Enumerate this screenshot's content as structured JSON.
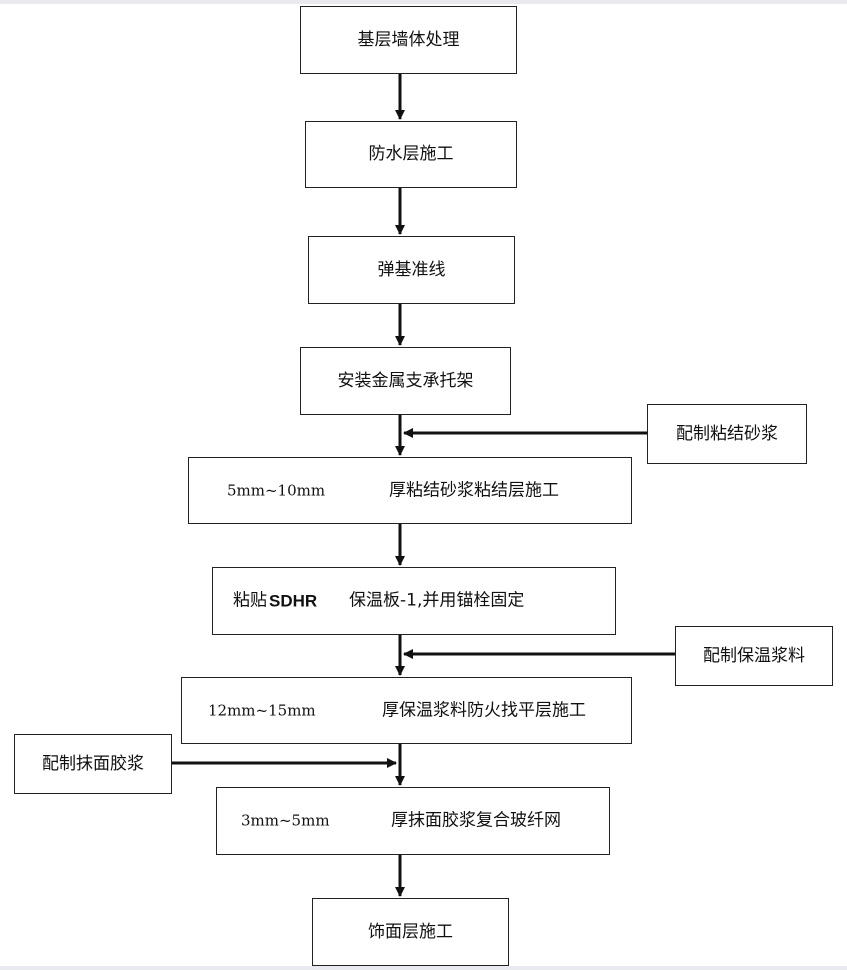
{
  "steps": [
    {
      "id": "step-1",
      "label": "基层墙体处理"
    },
    {
      "id": "step-2",
      "label": "防水层施工"
    },
    {
      "id": "step-3",
      "label": "弹基准线"
    },
    {
      "id": "step-4",
      "label": "安装金属支承托架"
    },
    {
      "id": "step-5",
      "prefix": "5mm~10mm",
      "label": "厚粘结砂浆粘结层施工"
    },
    {
      "id": "step-6",
      "prefix": "粘贴",
      "latin": "SDHR",
      "label": "保温板-1,并用锚栓固定"
    },
    {
      "id": "step-7",
      "prefix": "12mm~15mm",
      "label": "厚保温浆料防火找平层施工"
    },
    {
      "id": "step-8",
      "prefix": "3mm~5mm",
      "label": "厚抹面胶浆复合玻纤网"
    },
    {
      "id": "step-9",
      "label": "饰面层施工"
    }
  ],
  "inputs": [
    {
      "id": "input-1",
      "label": "配制粘结砂浆"
    },
    {
      "id": "input-2",
      "label": "配制保温浆料"
    },
    {
      "id": "input-3",
      "label": "配制抹面胶浆"
    }
  ]
}
